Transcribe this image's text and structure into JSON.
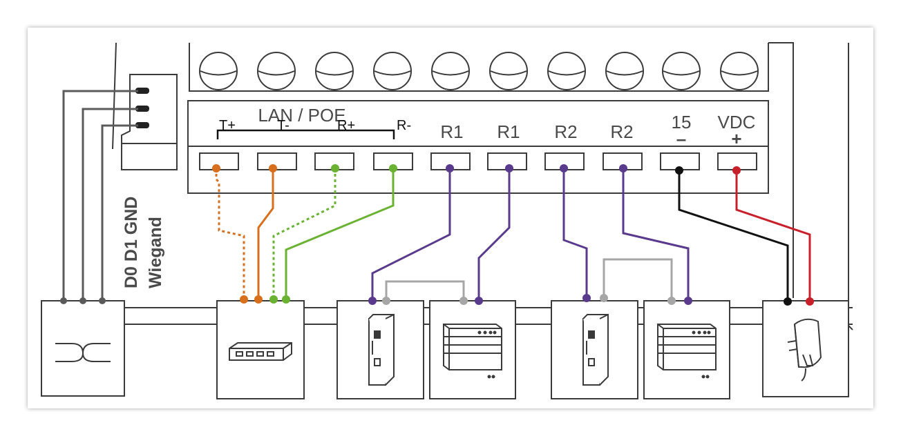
{
  "bus": {
    "group_label": "LAN / POE",
    "lan_pins": [
      "T+",
      "T-",
      "R+",
      "R-"
    ],
    "terminals": [
      {
        "label": "R1",
        "sign": ""
      },
      {
        "label": "R1",
        "sign": ""
      },
      {
        "label": "R2",
        "sign": ""
      },
      {
        "label": "R2",
        "sign": ""
      },
      {
        "label": "15",
        "sign": "–"
      },
      {
        "label": "VDC",
        "sign": "+"
      }
    ]
  },
  "wiegand": {
    "pins_label": "D0 D1 GND",
    "name": "Wiegand"
  },
  "wire_colors": {
    "orange": "#d86f1c",
    "green": "#69b232",
    "purple": "#5a3a8c",
    "black": "#111111",
    "red": "#c8202a",
    "gray": "#5a5a5a",
    "light_gray": "#a6a6a6"
  },
  "devices": [
    {
      "icon": "wiegand-reader-icon"
    },
    {
      "icon": "network-switch-icon"
    },
    {
      "icon": "electric-strike-icon"
    },
    {
      "icon": "din-rail-power-supply-icon"
    },
    {
      "icon": "electric-strike-icon"
    },
    {
      "icon": "din-rail-power-supply-icon"
    },
    {
      "icon": "power-adapter-icon"
    }
  ]
}
